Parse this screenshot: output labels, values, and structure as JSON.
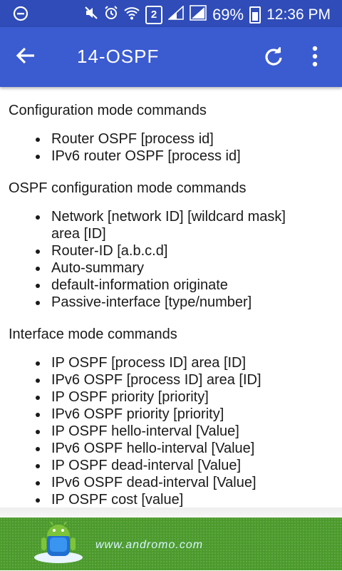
{
  "status_bar": {
    "sim": "2",
    "battery": "69%",
    "time": "12:36 PM"
  },
  "app_bar": {
    "title": "14-OSPF"
  },
  "sections": [
    {
      "title": "Configuration mode commands",
      "items": [
        "Router OSPF [process id]",
        "IPv6 router OSPF [process id]"
      ]
    },
    {
      "title": "OSPF configuration mode commands",
      "items": [
        "Network [network ID] [wildcard mask] area [ID]",
        "Router-ID [a.b.c.d]",
        "Auto-summary",
        "default-information originate",
        "Passive-interface [type/number]"
      ]
    },
    {
      "title": "Interface mode commands",
      "items": [
        "IP OSPF [process ID] area [ID]",
        "IPv6 OSPF [process ID] area [ID]",
        "IP OSPF priority [priority]",
        "IPv6 OSPF priority [priority]",
        "IP OSPF hello-interval [Value]",
        "IPv6 OSPF hello-interval [Value]",
        "IP OSPF dead-interval [Value]",
        "IPv6 OSPF dead-interval [Value]",
        "IP OSPF cost [value]"
      ]
    }
  ],
  "ad": {
    "text": "www.andromo.com"
  },
  "colors": {
    "status_bar": "#2f4cb8",
    "app_bar": "#3b5bd0",
    "banner": "#4b9a2b"
  }
}
